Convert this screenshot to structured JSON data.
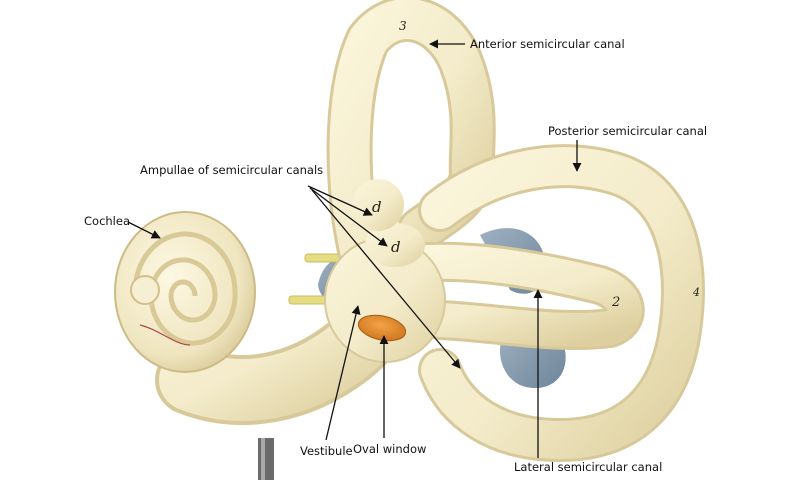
{
  "labels": {
    "anterior": "Anterior semicircular canal",
    "posterior": "Posterior semicircular canal",
    "ampullae": "Ampullae of semicircular canals",
    "cochlea": "Cochlea",
    "vestibule": "Vestibule",
    "oval_window": "Oval window",
    "lateral": "Lateral semicircular canal"
  },
  "model_marks": {
    "anterior_top": "3",
    "ampulla_upper": "d",
    "ampulla_lower": "d",
    "lateral": "2",
    "posterior_edge": "4"
  },
  "colors": {
    "bone": "#f3ebc9",
    "bone_shadow": "#d8c99a",
    "membrane": "#8a9fb2",
    "oval_window": "#e48a2a",
    "rods": "#e6dc84",
    "pointer": "#111111"
  }
}
